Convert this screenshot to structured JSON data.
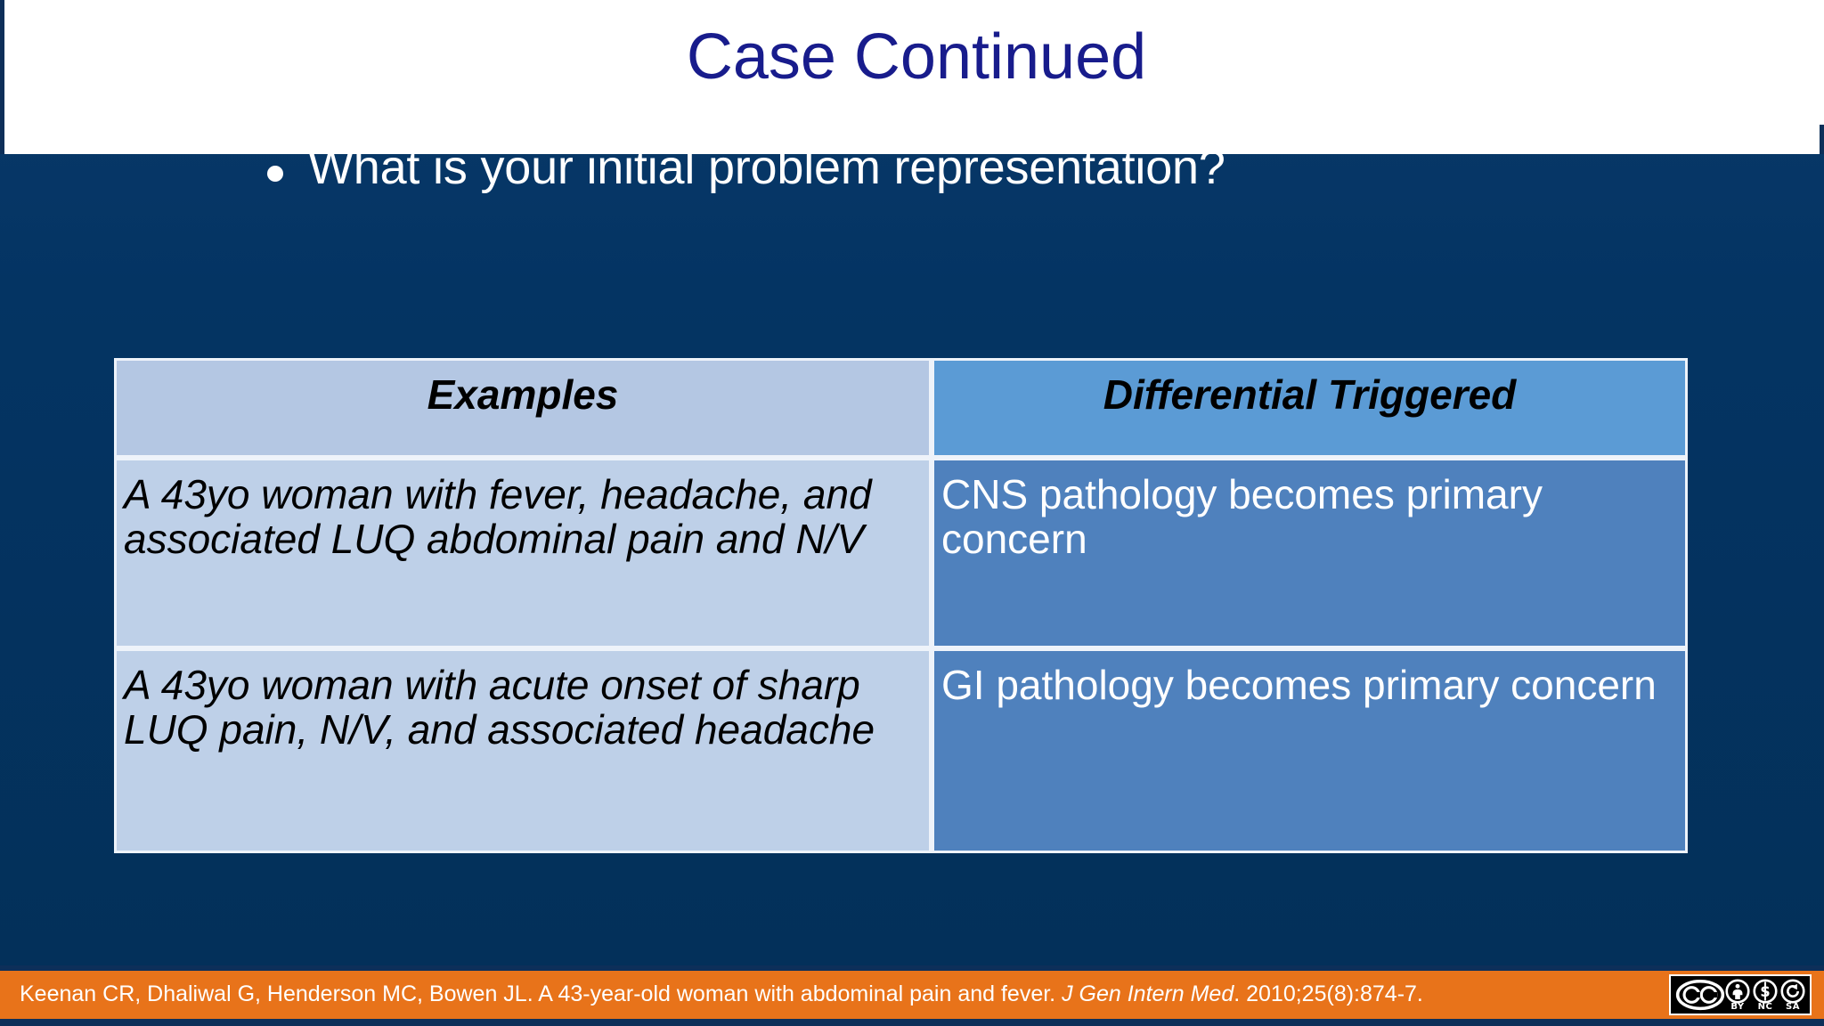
{
  "slide": {
    "title": "Case Continued",
    "title_color": "#181c8c",
    "background_color": "#043463",
    "bullet": {
      "marker": "bullet-dot",
      "text": "What is your initial problem representation?"
    }
  },
  "table": {
    "columns": [
      {
        "header": "Examples",
        "header_bg": "#b4c7e3",
        "header_text_color": "#000000"
      },
      {
        "header": "Differential Triggered",
        "header_bg": "#5b9bd5",
        "header_text_color": "#000000"
      }
    ],
    "rows": [
      {
        "example": "A 43yo woman with fever, headache, and associated LUQ abdominal pain and N/V",
        "differential": "CNS pathology becomes primary concern",
        "example_bg": "#bed0e8",
        "differential_bg": "#4f81bd"
      },
      {
        "example": "A 43yo woman with acute onset of sharp LUQ pain, N/V, and associated headache",
        "differential": "GI pathology becomes primary concern",
        "example_bg": "#bed0e8",
        "differential_bg": "#4f81bd"
      }
    ]
  },
  "citation": {
    "bar_color": "#e8731a",
    "authors_and_title": "Keenan CR, Dhaliwal G, Henderson MC, Bowen JL. A 43-year-old woman with abdominal pain and fever. ",
    "journal": "J Gen Intern Med",
    "volume_info": ". 2010;25(8):874-7.",
    "license": {
      "name": "cc-by-nc-sa-badge",
      "marks": [
        "CC",
        "BY",
        "NC",
        "SA"
      ],
      "labels": [
        "BY",
        "NC",
        "SA"
      ]
    }
  }
}
